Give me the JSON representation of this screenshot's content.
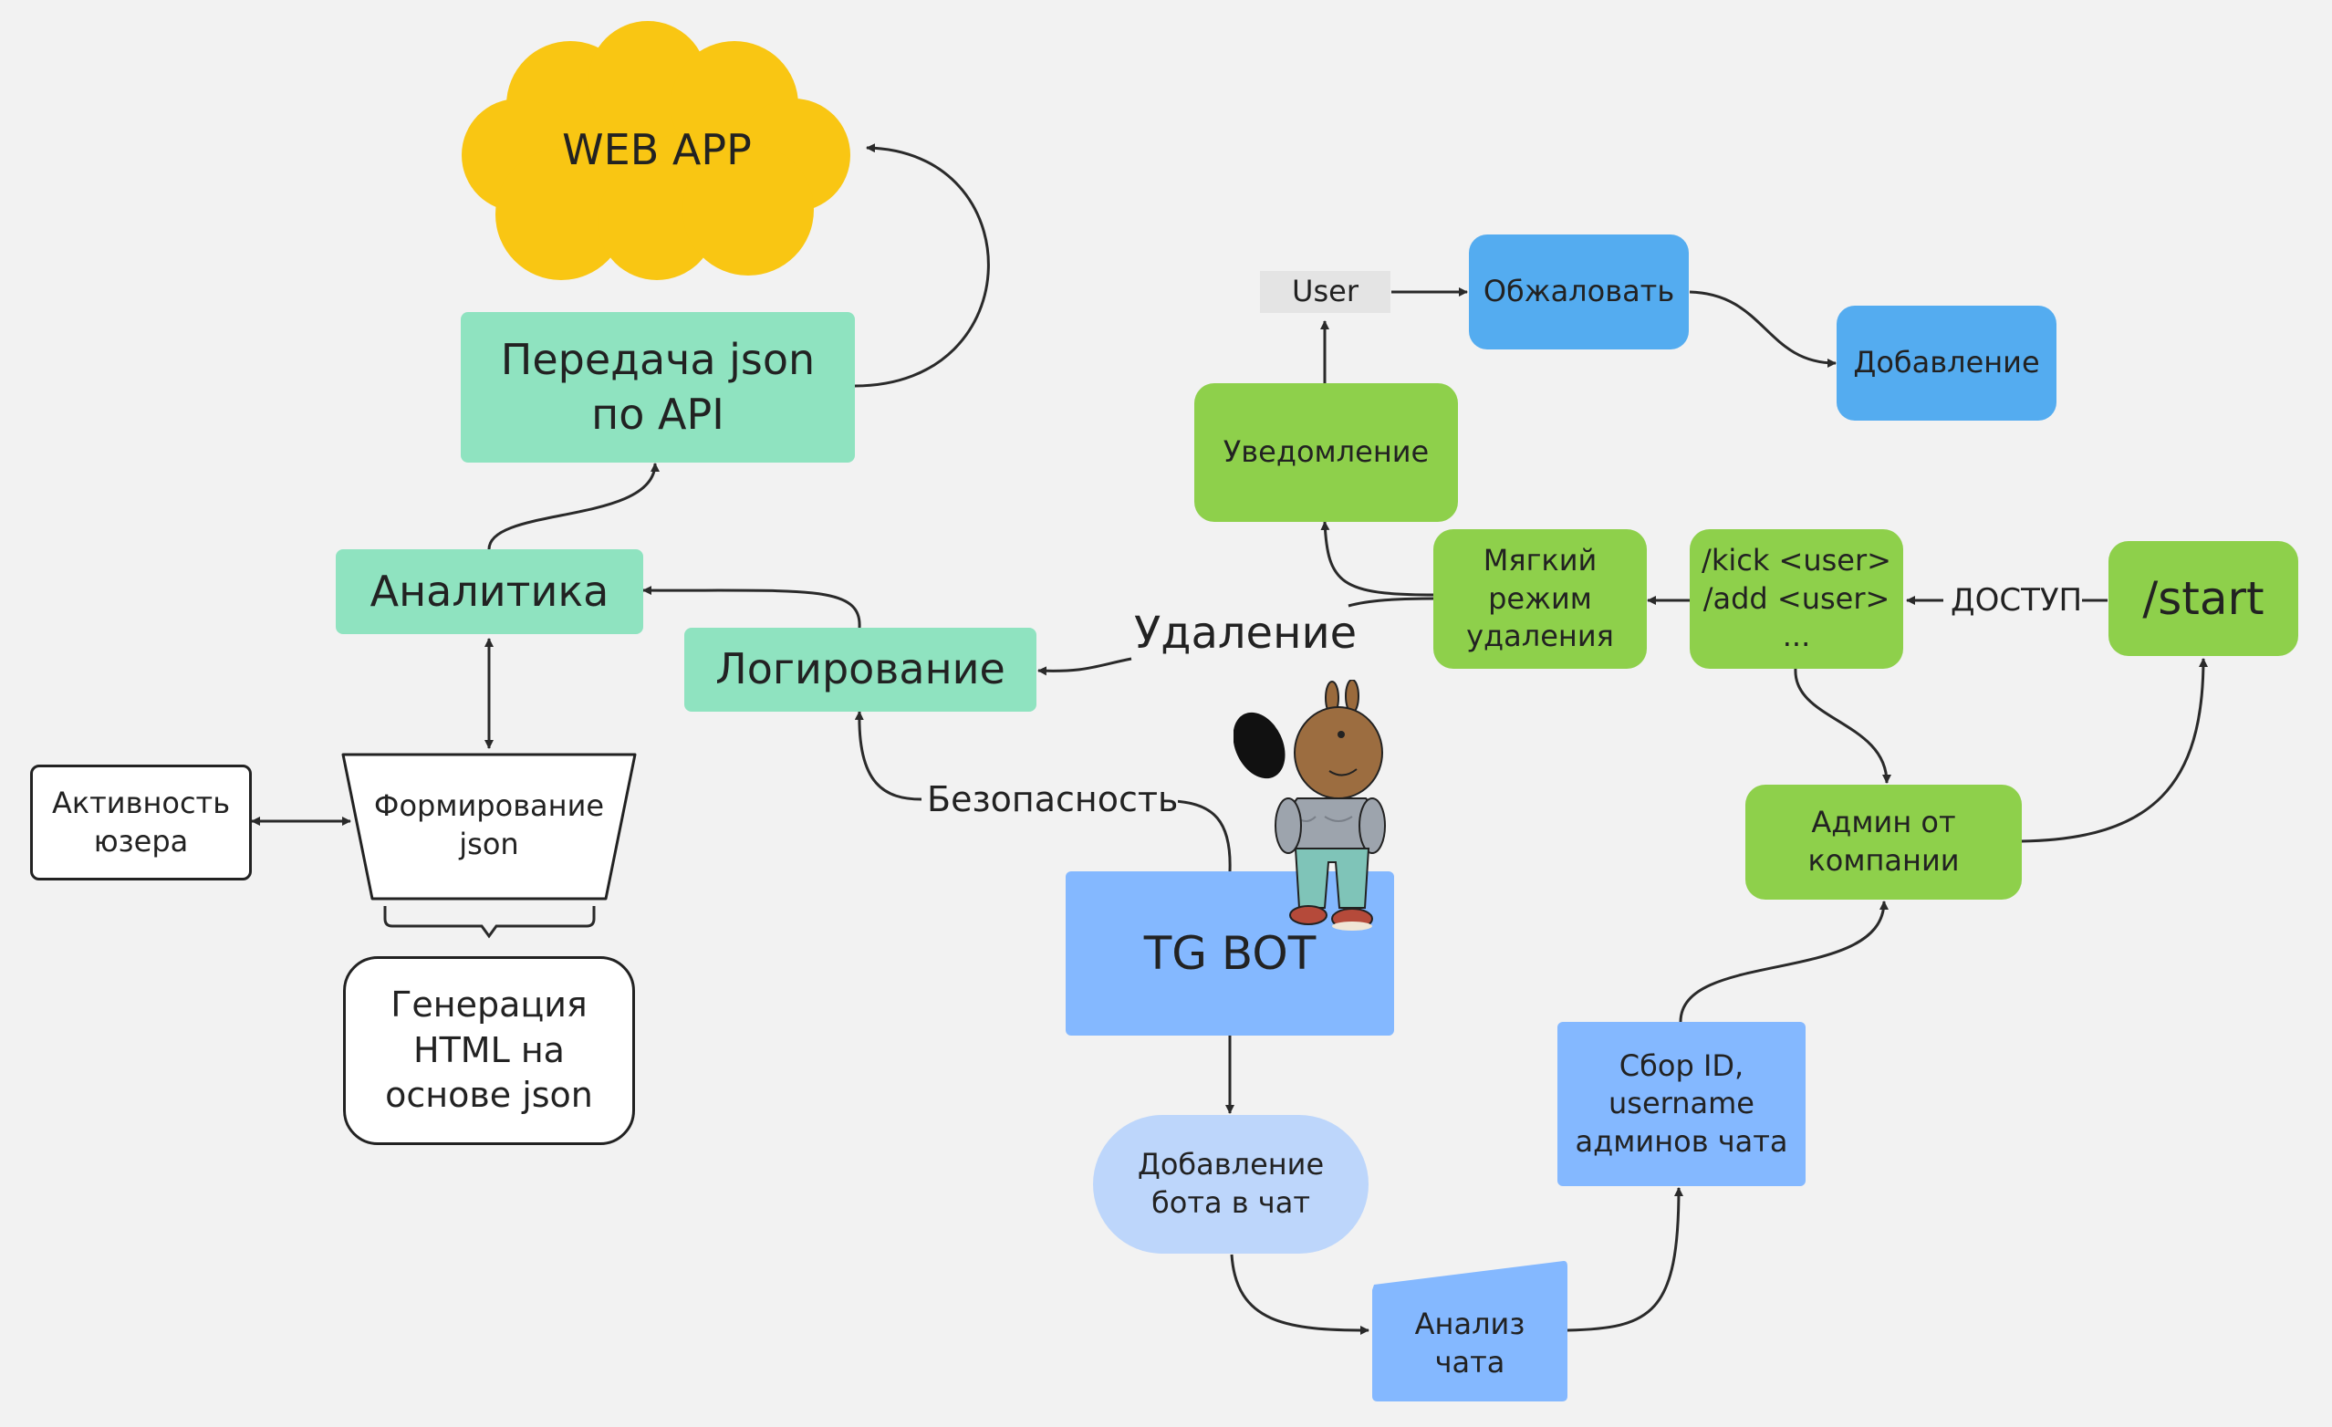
{
  "colors": {
    "background": "#f2f2f2",
    "cloud": "#f9c613",
    "teal": "#8fe3c0",
    "green": "#8ed04b",
    "blue": "#54acf0",
    "light_blue": "#84b8ff",
    "pale_blue": "#bdd6fb",
    "user_tag": "#e4e4e4",
    "connector": "#2a2a2a"
  },
  "nodes": {
    "web_app": "WEB APP",
    "json_api": "Передача json\nпо API",
    "analytics": "Аналитика",
    "logging": "Логирование",
    "user_activity": "Активность\nюзера",
    "json_forming": "Формирование\njson",
    "html_generation": "Генерация\nHTML на\nоснове json",
    "tg_bot": "TG BOT",
    "add_bot": "Добавление\nбота в чат",
    "chat_analysis": "Анализ\nчата",
    "collect_ids": "Сбор ID,\nusername\nадминов чата",
    "company_admin": "Админ от\nкомпании",
    "start": "/start",
    "commands": "/kick <user>\n/add <user>\n...",
    "soft_delete": "Мягкий\nрежим\nудаления",
    "notification": "Уведомление",
    "user": "User",
    "appeal": "Обжаловать",
    "adding": "Добавление"
  },
  "edge_labels": {
    "deletion": "Удаление",
    "security": "Безопасность",
    "access": "ДОСТУП"
  },
  "mascot": {
    "icon": "dog-mascot"
  }
}
